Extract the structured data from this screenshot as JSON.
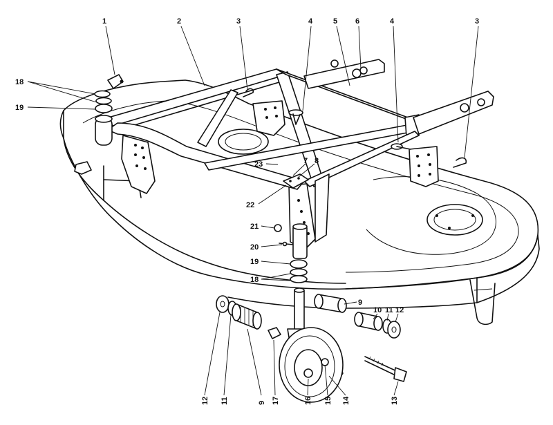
{
  "callouts": [
    {
      "id": "c1",
      "text": "1"
    },
    {
      "id": "c2",
      "text": "2"
    },
    {
      "id": "c3a",
      "text": "3"
    },
    {
      "id": "c4a",
      "text": "4"
    },
    {
      "id": "c5",
      "text": "5"
    },
    {
      "id": "c6",
      "text": "6"
    },
    {
      "id": "c4b",
      "text": "4"
    },
    {
      "id": "c3b",
      "text": "3"
    },
    {
      "id": "c18a",
      "text": "18"
    },
    {
      "id": "c19a",
      "text": "19"
    },
    {
      "id": "c23",
      "text": "23"
    },
    {
      "id": "c7",
      "text": "7"
    },
    {
      "id": "c8",
      "text": "8"
    },
    {
      "id": "c22",
      "text": "22"
    },
    {
      "id": "c21",
      "text": "21"
    },
    {
      "id": "c20",
      "text": "20"
    },
    {
      "id": "c19b",
      "text": "19"
    },
    {
      "id": "c18b",
      "text": "18"
    },
    {
      "id": "c9a",
      "text": "9"
    },
    {
      "id": "c10",
      "text": "10"
    },
    {
      "id": "c11a",
      "text": "11"
    },
    {
      "id": "c12a",
      "text": "12"
    },
    {
      "id": "c12b",
      "text": "12"
    },
    {
      "id": "c11b",
      "text": "11"
    },
    {
      "id": "c9b",
      "text": "9"
    },
    {
      "id": "c17",
      "text": "17"
    },
    {
      "id": "c16",
      "text": "16"
    },
    {
      "id": "c15",
      "text": "15"
    },
    {
      "id": "c14",
      "text": "14"
    },
    {
      "id": "c13",
      "text": "13"
    }
  ]
}
